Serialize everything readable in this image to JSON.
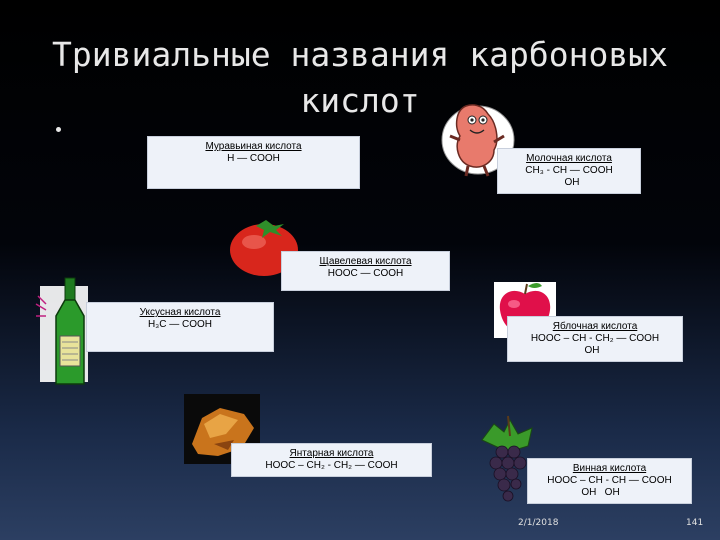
{
  "title": {
    "line1": "Тривиальные названия карбоновых",
    "line2": "кислот"
  },
  "acids": {
    "formic": {
      "name": "Муравьиная кислота",
      "f1": "H — COOH"
    },
    "lactic": {
      "name": "Молочная кислота",
      "f1": "CH₃ - CH — COOH",
      "f2": "OH"
    },
    "oxalic": {
      "name": "Щавелевая кислота",
      "f1": "HOOC — COOH"
    },
    "acetic": {
      "name": "Уксусная кислота",
      "f1": "H₃C — COOH"
    },
    "malic": {
      "name": "Яблочная кислота",
      "f1": "HOOC – CH - CH₂ — COOH",
      "f2": "OH"
    },
    "succinic": {
      "name": "Янтарная кислота",
      "f1": "HOOC – CH₂ - CH₂ — COOH"
    },
    "tartaric": {
      "name": "Винная кислота",
      "f1": "HOOC – CH - CH — COOH",
      "f2": "OH   OH"
    }
  },
  "footer": {
    "date": "2/1/2018",
    "page": "141"
  }
}
